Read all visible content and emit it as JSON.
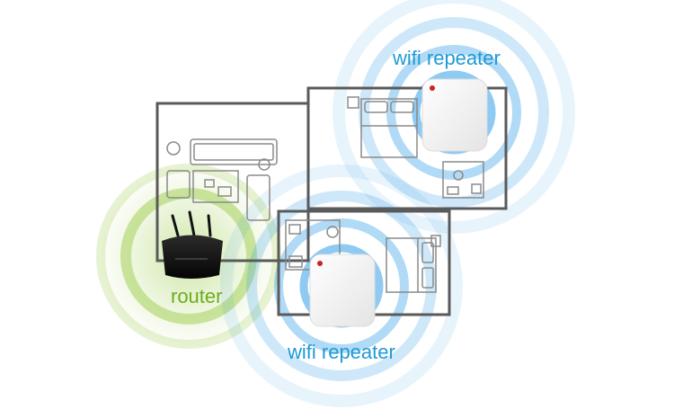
{
  "labels": {
    "repeater_top": "wifi repeater",
    "repeater_bottom": "wifi repeater",
    "router": "router"
  },
  "colors": {
    "repeater_signal": "#1e96e6",
    "router_signal": "#94c83c",
    "repeater_text": "#1f9ad6",
    "router_text": "#6cae1e",
    "wall": "#5a5a5a",
    "furniture": "#8a8a8a",
    "router_body": "#111111",
    "repeater_body": "#f7f7f7"
  }
}
